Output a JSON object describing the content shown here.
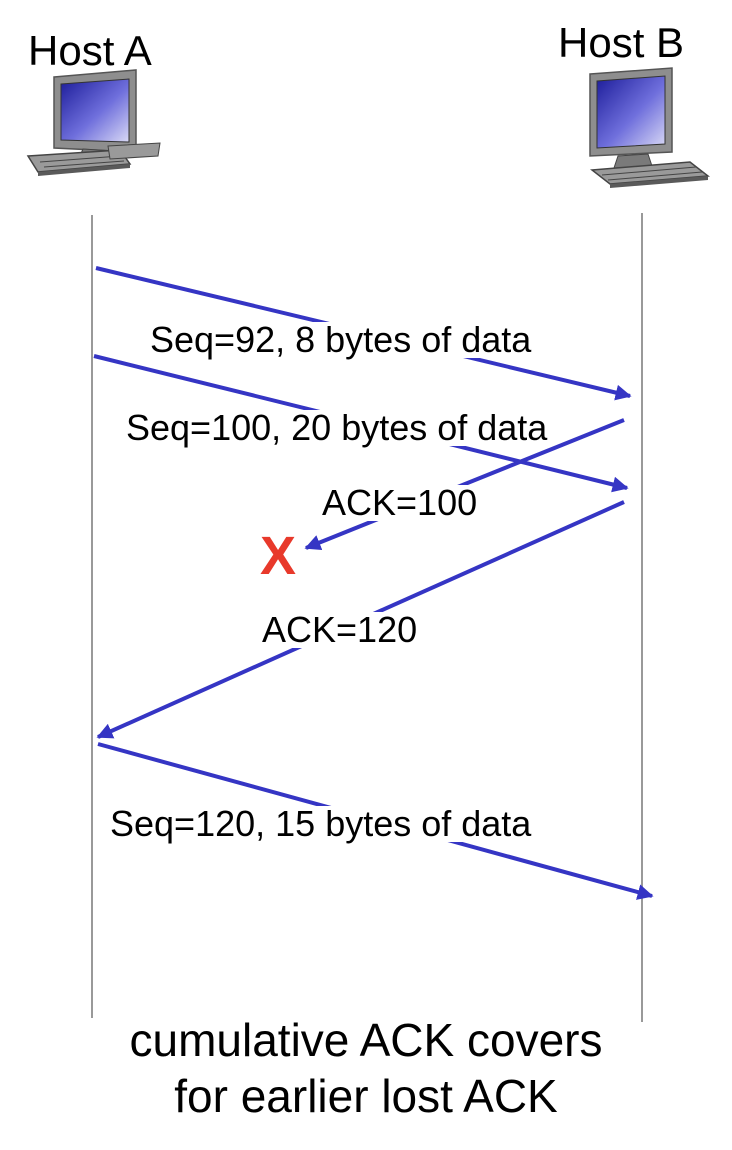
{
  "hosts": {
    "a": {
      "label": "Host A",
      "icon": "computer-icon"
    },
    "b": {
      "label": "Host B",
      "icon": "computer-icon"
    }
  },
  "messages": [
    {
      "label": "Seq=92, 8 bytes of data",
      "from": "Host A",
      "to": "Host B"
    },
    {
      "label": "Seq=100, 20 bytes of data",
      "from": "Host A",
      "to": "Host B"
    },
    {
      "label": "ACK=100",
      "from": "Host B",
      "to": "Host A",
      "lost": true
    },
    {
      "label": "ACK=120",
      "from": "Host B",
      "to": "Host A"
    },
    {
      "label": "Seq=120,  15 bytes of data",
      "from": "Host A",
      "to": "Host B"
    }
  ],
  "loss_marker": {
    "symbol": "X",
    "color": "#e8392b"
  },
  "caption": {
    "line1": "cumulative ACK covers",
    "line2": "for earlier lost ACK"
  },
  "colors": {
    "arrow": "#3535c4",
    "timeline": "#999999",
    "loss": "#e8392b"
  }
}
